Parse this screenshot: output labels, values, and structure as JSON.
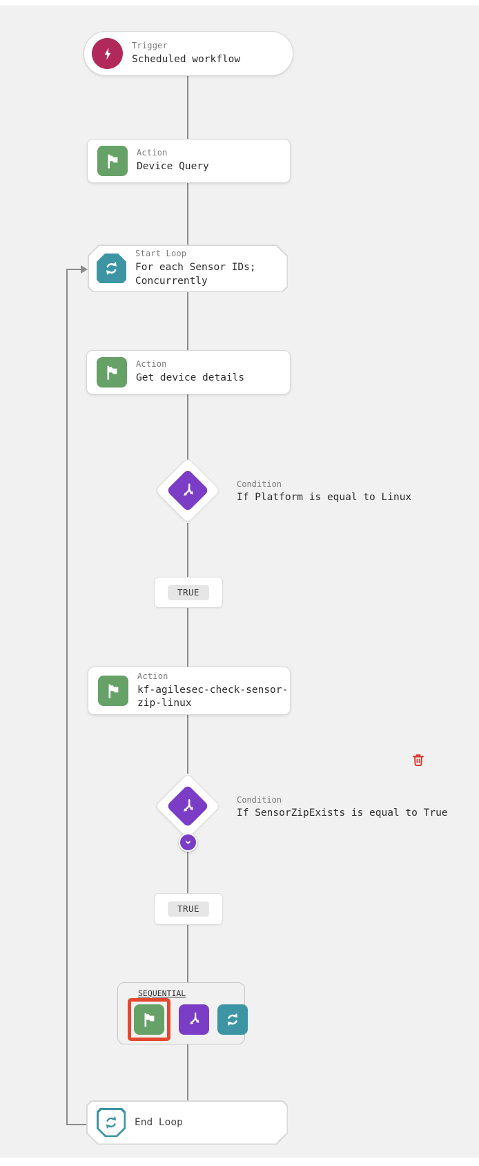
{
  "workflow": {
    "trigger": {
      "type": "Trigger",
      "title": "Scheduled workflow",
      "icon": "lightning-icon",
      "accent": "#b0295a"
    },
    "device_query": {
      "type": "Action",
      "title": "Device Query",
      "icon": "flag-icon",
      "accent": "#66a168"
    },
    "start_loop": {
      "type": "Start Loop",
      "title": "For each Sensor IDs; Concurrently",
      "icon": "loop-icon",
      "accent": "#3d95a3"
    },
    "get_device_details": {
      "type": "Action",
      "title": "Get device details",
      "icon": "flag-icon",
      "accent": "#66a168"
    },
    "platform_condition": {
      "type": "Condition",
      "title": "If Platform is equal to Linux",
      "icon": "branch-icon",
      "accent": "#7b3dc6",
      "branch_label": "TRUE"
    },
    "check_sensor_zip_action": {
      "type": "Action",
      "title": "kf-agilesec-check-sensor-zip-linux",
      "icon": "flag-icon",
      "accent": "#66a168"
    },
    "sensor_zip_condition": {
      "type": "Condition",
      "title": "If SensorZipExists is equal to True",
      "icon": "branch-icon",
      "accent": "#7b3dc6",
      "branch_label": "TRUE",
      "expand_icon": "chevron-down-icon"
    },
    "sequential_group": {
      "label": "SEQUENTIAL",
      "child_icons": [
        "flag-icon",
        "branch-icon",
        "loop-icon"
      ],
      "selected_child_index": 0
    },
    "end_loop": {
      "title": "End Loop",
      "icon": "loop-icon",
      "accent": "#3d95a3"
    }
  },
  "controls": {
    "delete_icon": "trash-icon"
  },
  "colors": {
    "canvas": "#f1f1f2",
    "card_background": "#ffffff",
    "card_border": "#d8d8d8",
    "edge": "#8b8b8b",
    "trigger_accent": "#b0295a",
    "action_accent": "#66a168",
    "loop_accent": "#3d95a3",
    "condition_accent": "#7b3dc6",
    "selection_highlight": "#e5472e",
    "delete_red": "#d9372c",
    "label_text": "#7a7a7a",
    "title_text": "#2b2b2b",
    "badge_background": "#e6e6e6"
  }
}
